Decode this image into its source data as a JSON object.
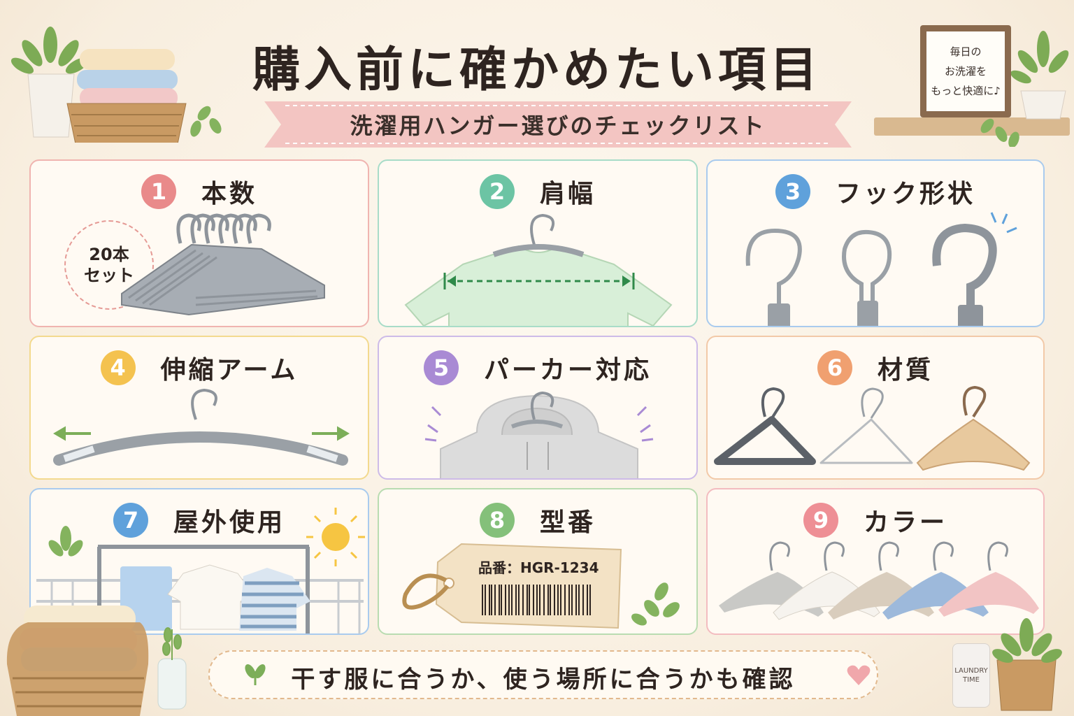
{
  "title": "購入前に確かめたい項目",
  "subtitle": "洗濯用ハンガー選びのチェックリスト",
  "cards": [
    {
      "num": "1",
      "title": "本数",
      "color": "#e98a8a",
      "border": "#f0b4b0",
      "badge_line1": "20本",
      "badge_line2": "セット"
    },
    {
      "num": "2",
      "title": "肩幅",
      "color": "#6cc4a4",
      "border": "#a8dcc8"
    },
    {
      "num": "3",
      "title": "フック形状",
      "color": "#5fa1db",
      "border": "#a9cbee"
    },
    {
      "num": "4",
      "title": "伸縮アーム",
      "color": "#f4c24f",
      "border": "#f3d98e"
    },
    {
      "num": "5",
      "title": "パーカー対応",
      "color": "#a98ad4",
      "border": "#cdbbe8"
    },
    {
      "num": "6",
      "title": "材質",
      "color": "#f0a070",
      "border": "#f2c9a8"
    },
    {
      "num": "7",
      "title": "屋外使用",
      "color": "#5fa1db",
      "border": "#a9cbee"
    },
    {
      "num": "8",
      "title": "型番",
      "color": "#84c07a",
      "border": "#b9dcb1",
      "tag_text": "品番：HGR-1234"
    },
    {
      "num": "9",
      "title": "カラー",
      "color": "#ee8f95",
      "border": "#f3bcc0"
    }
  ],
  "footer": "干す服に合うか、使う場所に合うかも確認",
  "frame_lines": [
    "毎日の",
    "お洗濯を",
    "もっと快適に♪"
  ],
  "bottle_lines": [
    "LAUNDRY",
    "TIME"
  ]
}
